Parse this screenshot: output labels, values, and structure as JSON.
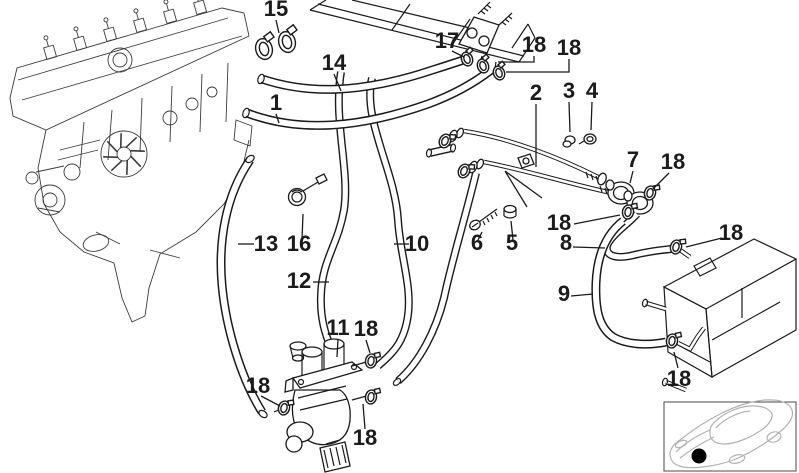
{
  "diagram": {
    "title": "Heater water hoses and water valve parts diagram",
    "type": "exploded-parts-diagram",
    "colors": {
      "line": "#1b1b1b",
      "background": "#ffffff",
      "engine_sketch": "#3c3c3c",
      "car_outline": "#b2b2b2",
      "location_dot": "#000000"
    }
  },
  "callouts": [
    {
      "part": "15",
      "text": "15"
    },
    {
      "part": "17",
      "text": "17"
    },
    {
      "part": "18",
      "text": "18"
    },
    {
      "part": "18",
      "text": "18"
    },
    {
      "part": "14",
      "text": "14"
    },
    {
      "part": "1",
      "text": "1"
    },
    {
      "part": "2",
      "text": "2"
    },
    {
      "part": "3",
      "text": "3"
    },
    {
      "part": "4",
      "text": "4"
    },
    {
      "part": "7",
      "text": "7"
    },
    {
      "part": "18",
      "text": "18"
    },
    {
      "part": "18",
      "text": "18"
    },
    {
      "part": "8",
      "text": "8"
    },
    {
      "part": "9",
      "text": "9"
    },
    {
      "part": "18",
      "text": "18"
    },
    {
      "part": "18",
      "text": "18"
    },
    {
      "part": "13",
      "text": "13"
    },
    {
      "part": "16",
      "text": "16"
    },
    {
      "part": "10",
      "text": "10"
    },
    {
      "part": "12",
      "text": "12"
    },
    {
      "part": "11",
      "text": "11"
    },
    {
      "part": "18",
      "text": "18"
    },
    {
      "part": "18",
      "text": "18"
    },
    {
      "part": "18",
      "text": "18"
    },
    {
      "part": "5",
      "text": "5"
    },
    {
      "part": "6",
      "text": "6"
    }
  ]
}
